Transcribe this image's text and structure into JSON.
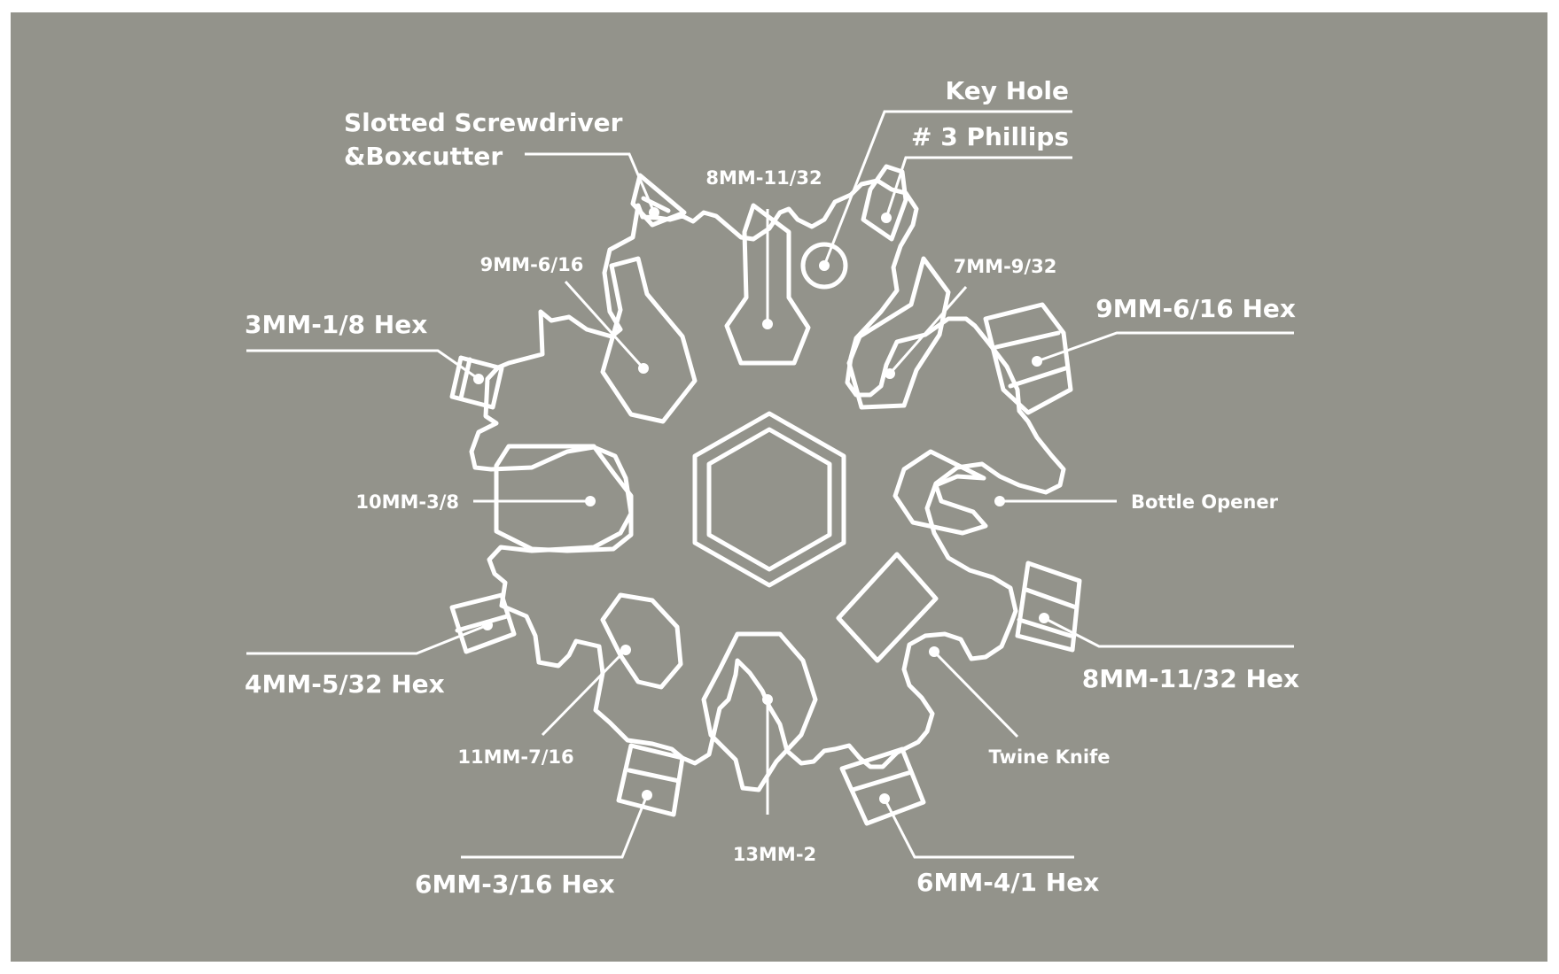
{
  "colors": {
    "background": "#93938b",
    "line": "#ffffff",
    "page": "#ffffff"
  },
  "labels": {
    "key_hole": "Key Hole",
    "phillips": "# 3 Phillips",
    "slotted_line1": "Slotted Screwdriver",
    "slotted_line2": "&Boxcutter",
    "mm8_top": "8MM-11/32",
    "mm9": "9MM-6/16",
    "mm7": "7MM-9/32",
    "hex3": "3MM-1/8 Hex",
    "hex9": "9MM-6/16 Hex",
    "mm10": "10MM-3/8",
    "bottle": "Bottle Opener",
    "hex4": "4MM-5/32 Hex",
    "hex8": "8MM-11/32 Hex",
    "mm11": "11MM-7/16",
    "twine": "Twine Knife",
    "mm13": "13MM-2",
    "hex6a": "6MM-3/16 Hex",
    "hex6b": "6MM-4/1 Hex"
  }
}
